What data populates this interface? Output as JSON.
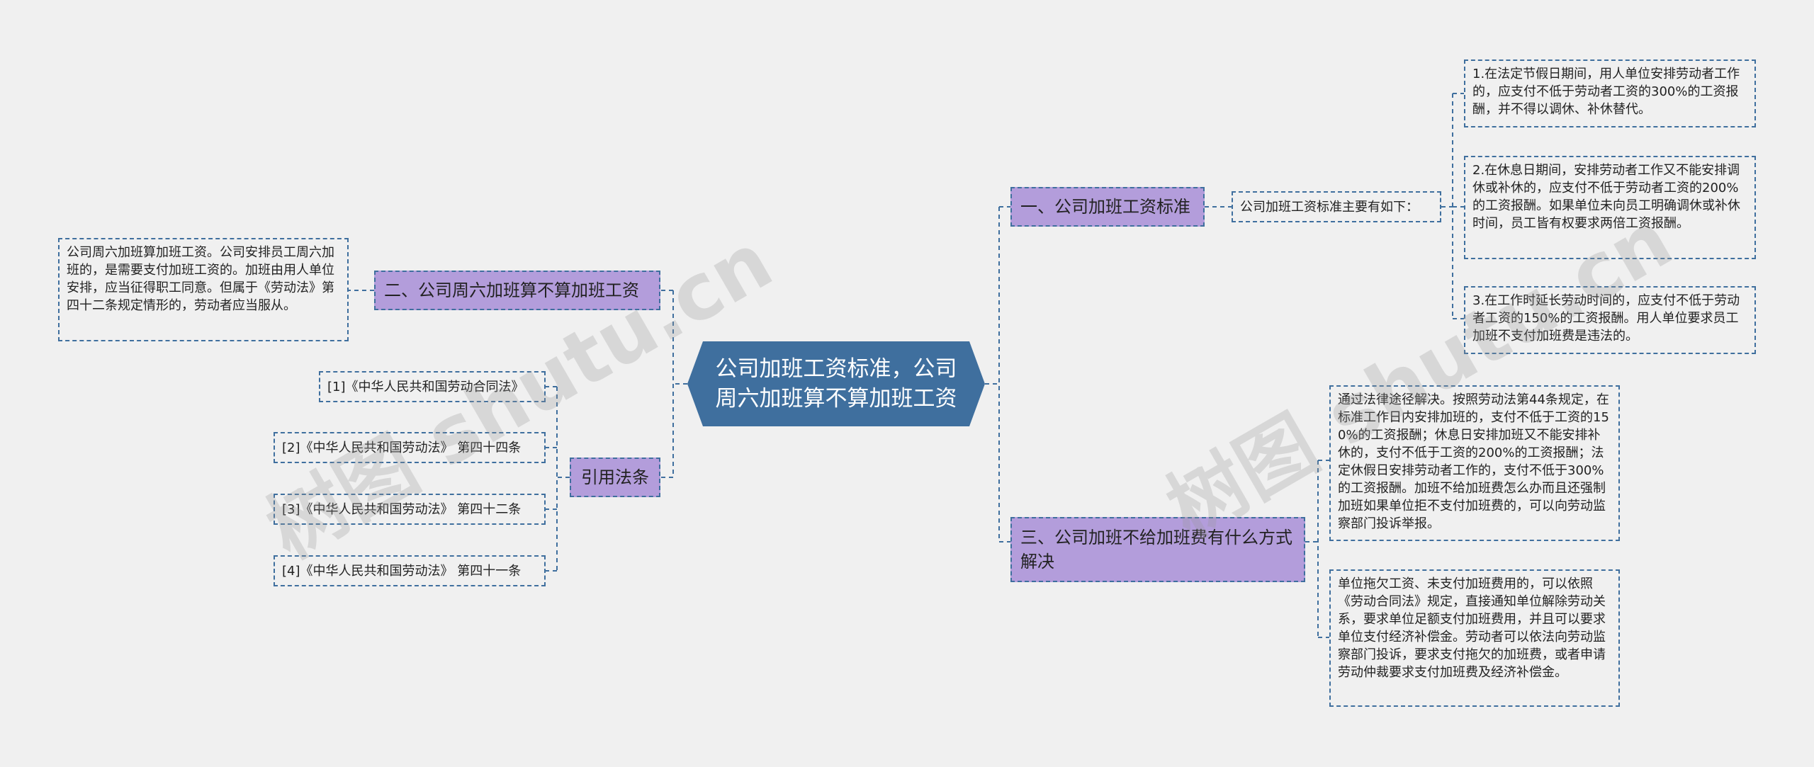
{
  "root": "公司加班工资标准，公司周六加班算不算加班工资",
  "branches": {
    "b1": {
      "label": "一、公司加班工资标准",
      "summary": "公司加班工资标准主要有如下：",
      "items": [
        "1.在法定节假日期间，用人单位安排劳动者工作的，应支付不低于劳动者工资的300%的工资报酬，并不得以调休、补休替代。",
        "2.在休息日期间，安排劳动者工作又不能安排调休或补休的，应支付不低于劳动者工资的200%的工资报酬。如果单位未向员工明确调休或补休时间，员工皆有权要求两倍工资报酬。",
        "3.在工作时延长劳动时间的，应支付不低于劳动者工资的150%的工资报酬。用人单位要求员工加班不支付加班费是违法的。"
      ]
    },
    "b2": {
      "label": "二、公司周六加班算不算加班工资",
      "items": [
        "公司周六加班算加班工资。公司安排员工周六加班的，是需要支付加班工资的。加班由用人单位安排，应当征得职工同意。但属于《劳动法》第四十二条规定情形的，劳动者应当服从。"
      ]
    },
    "b3": {
      "label": "三、公司加班不给加班费有什么方式解决",
      "items": [
        "通过法律途径解决。按照劳动法第44条规定，在标准工作日内安排加班的，支付不低于工资的150%的工资报酬；休息日安排加班又不能安排补休的，支付不低于工资的200%的工资报酬；法定休假日安排劳动者工作的，支付不低于300%的工资报酬。加班不给加班费怎么办而且还强制加班如果单位拒不支付加班费的，可以向劳动监察部门投诉举报。",
        "单位拖欠工资、未支付加班费用的，可以依照《劳动合同法》规定，直接通知单位解除劳动关系，要求单位足额支付加班费用，并且可以要求单位支付经济补偿金。劳动者可以依法向劳动监察部门投诉，要求支付拖欠的加班费，或者申请劳动仲裁要求支付加班费及经济补偿金。"
      ]
    },
    "b4": {
      "label": "引用法条",
      "items": [
        "[1]《中华人民共和国劳动合同法》",
        "[2]《中华人民共和国劳动法》 第四十四条",
        "[3]《中华人民共和国劳动法》 第四十二条",
        "[4]《中华人民共和国劳动法》 第四十一条"
      ]
    }
  },
  "watermark": "树图 shutu.cn",
  "colors": {
    "background": "#f0f0f0",
    "root": "#3f6f9e",
    "branch": "#b39ddb",
    "line": "#3f6f9e"
  }
}
